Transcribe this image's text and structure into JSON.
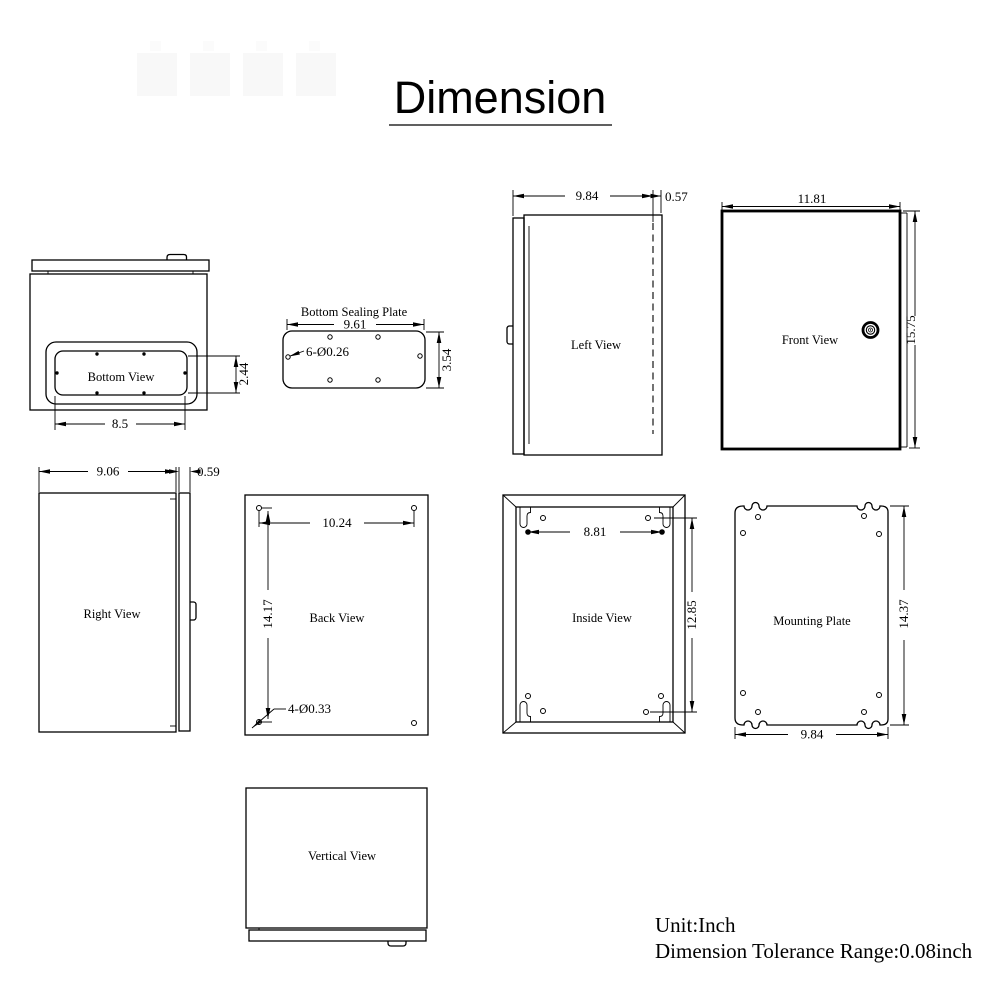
{
  "title": "Dimension",
  "notes": {
    "unit": "Unit:Inch",
    "tolerance": "Dimension Tolerance Range:0.08inch"
  },
  "views": {
    "bottom_view": {
      "label": "Bottom View",
      "dim_opening_width": "8.5",
      "dim_opening_height": "2.44"
    },
    "bottom_sealing_plate": {
      "label": "Bottom Sealing Plate",
      "dim_width": "9.61",
      "dim_height": "3.54",
      "dim_holes": "6-Ø0.26"
    },
    "left_view": {
      "label": "Left View",
      "dim_depth": "9.84",
      "dim_door_thickness": "0.57"
    },
    "front_view": {
      "label": "Front View",
      "dim_width": "11.81",
      "dim_height": "15.75"
    },
    "right_view": {
      "label": "Right View",
      "dim_depth": "9.06",
      "dim_door_thickness": "0.59"
    },
    "back_view": {
      "label": "Back View",
      "dim_hole_spacing_w": "10.24",
      "dim_hole_spacing_h": "14.17",
      "dim_holes": "4-Ø0.33"
    },
    "inside_view": {
      "label": "Inside View",
      "dim_stud_spacing_w": "8.81",
      "dim_stud_spacing_h": "12.85"
    },
    "mounting_plate": {
      "label": "Mounting Plate",
      "dim_width": "9.84",
      "dim_height": "14.37"
    },
    "vertical_view": {
      "label": "Vertical View"
    }
  }
}
